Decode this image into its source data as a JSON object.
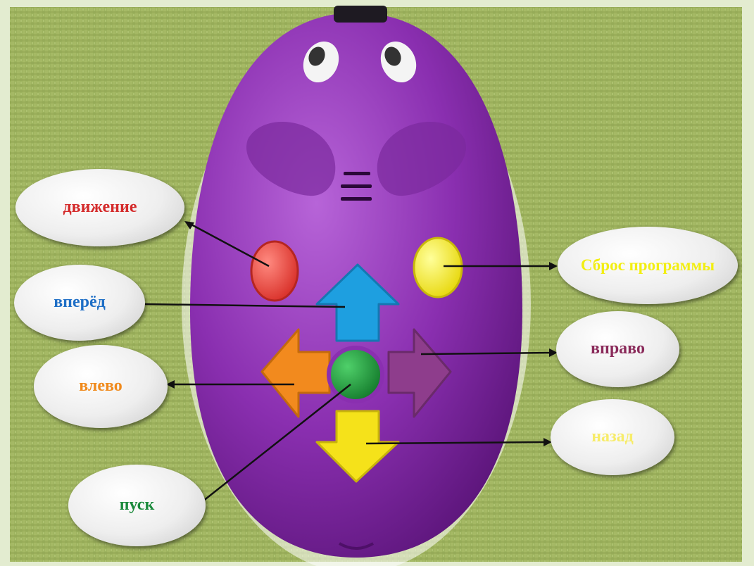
{
  "labels": {
    "motion": {
      "text": "движение",
      "color": "#d42a2a"
    },
    "forward": {
      "text": "вперёд",
      "color": "#1f6fc6"
    },
    "left": {
      "text": "влево",
      "color": "#f08a1c"
    },
    "start": {
      "text": "пуск",
      "color": "#1b8a3c"
    },
    "reset": {
      "text": "Сброс программы",
      "color": "#f2ee12"
    },
    "right": {
      "text": "вправо",
      "color": "#8a2a5a"
    },
    "back": {
      "text": "назад",
      "color": "#f7ec6a"
    }
  },
  "colors": {
    "background": "#9bb05a",
    "mouse_body": "#8a2fb0",
    "motion_button": "#e8463d",
    "reset_button": "#f2e51c",
    "forward_arrow": "#1e9fe0",
    "left_arrow": "#f28a1e",
    "right_arrow": "#8e3d8c",
    "back_arrow": "#f5e21a",
    "start_button": "#1f9a3a"
  }
}
